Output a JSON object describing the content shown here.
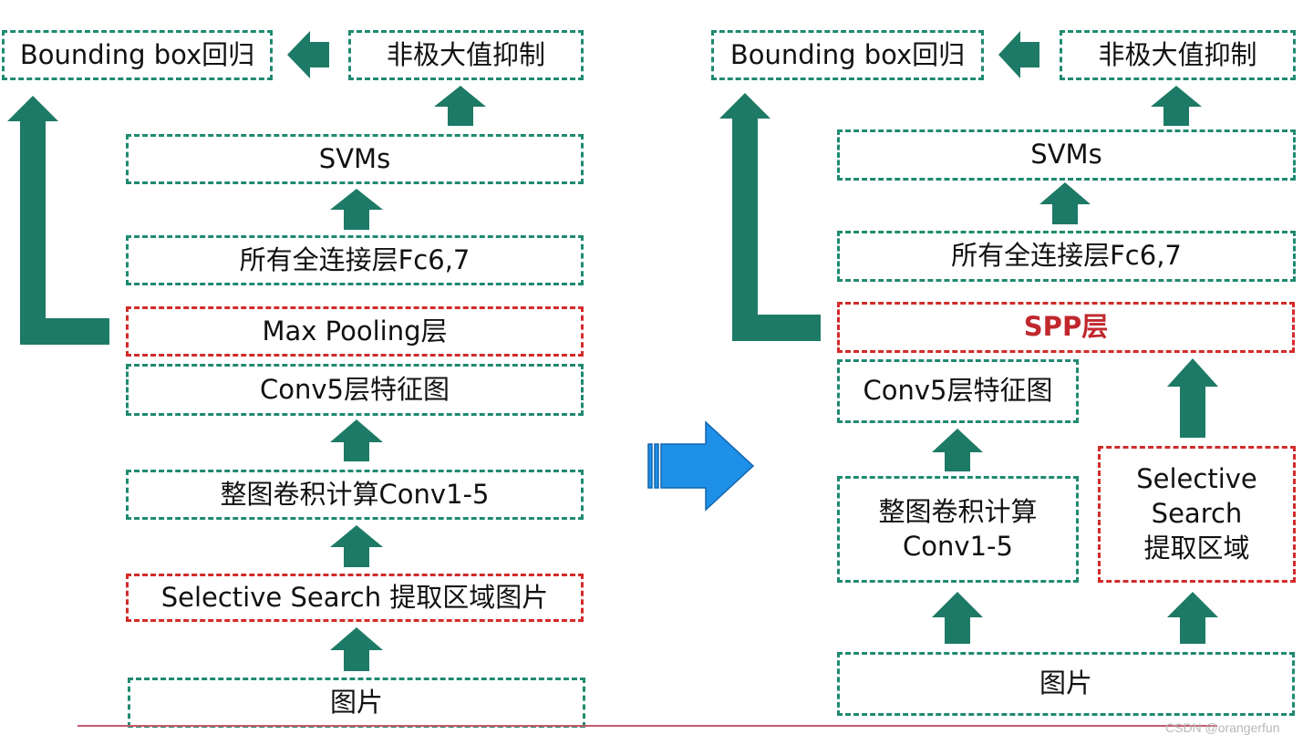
{
  "left_diagram": {
    "bbox_regression": "Bounding box回归",
    "nms": "非极大值抑制",
    "svms": "SVMs",
    "fc_layers": "所有全连接层Fc6,7",
    "max_pooling": "Max Pooling层",
    "conv5_features": "Conv5层特征图",
    "conv_full": "整图卷积计算Conv1-5",
    "selective_search": "Selective Search 提取区域图片",
    "image": "图片"
  },
  "right_diagram": {
    "bbox_regression": "Bounding box回归",
    "nms": "非极大值抑制",
    "svms": "SVMs",
    "fc_layers": "所有全连接层Fc6,7",
    "spp_layer": "SPP层",
    "conv5_features": "Conv5层特征图",
    "conv_full_line1": "整图卷积计算",
    "conv_full_line2": "Conv1-5",
    "selective_line1": "Selective",
    "selective_line2": "Search",
    "selective_line3": "提取区域",
    "image": "图片"
  },
  "watermark": "CSDN @orangerfun",
  "colors": {
    "green_border": "#1f8a70",
    "red_border": "#d42a2a",
    "arrow_green": "#1d7a66",
    "arrow_blue": "#1e90e8",
    "spp_text": "#c0282d"
  }
}
